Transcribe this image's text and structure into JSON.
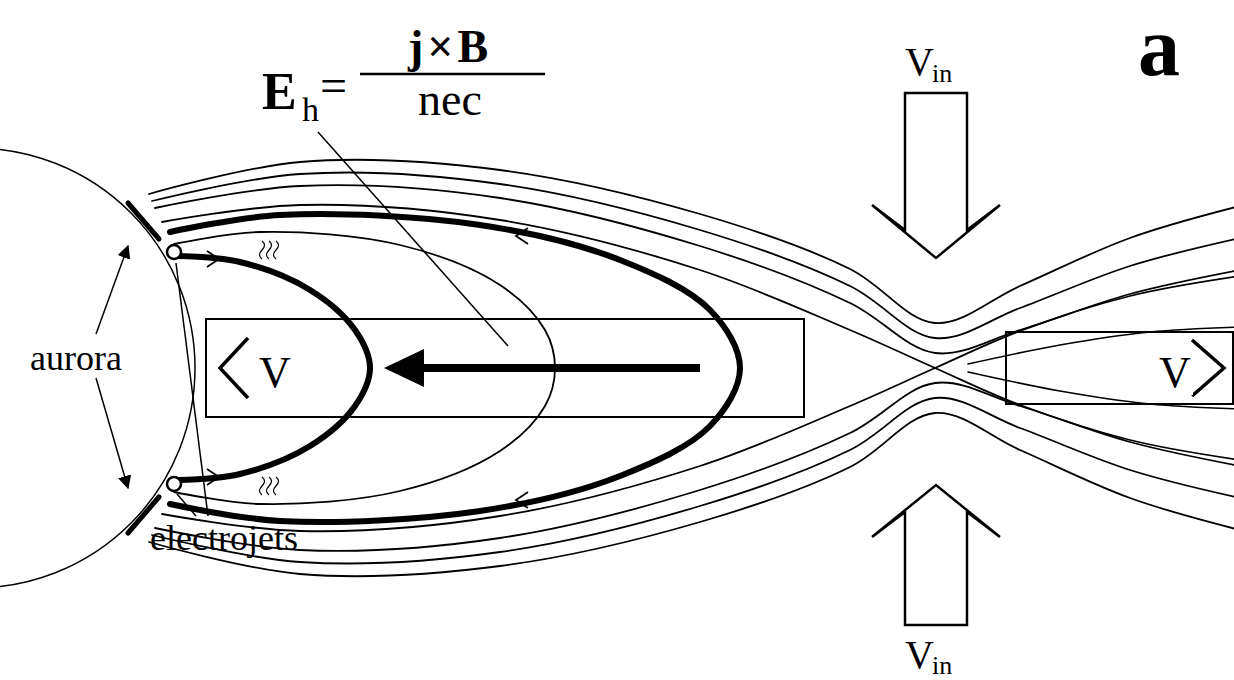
{
  "diagram": {
    "nodes": [
      {
        "text": [
          "V"
        ]
      },
      {
        "text": [
          "V"
        ]
      }
    ],
    "labels": [
      "a",
      "E",
      "h",
      "=",
      "j×B",
      "nec",
      "V",
      "in",
      "V",
      "in",
      "aurora",
      "electrojets"
    ]
  }
}
